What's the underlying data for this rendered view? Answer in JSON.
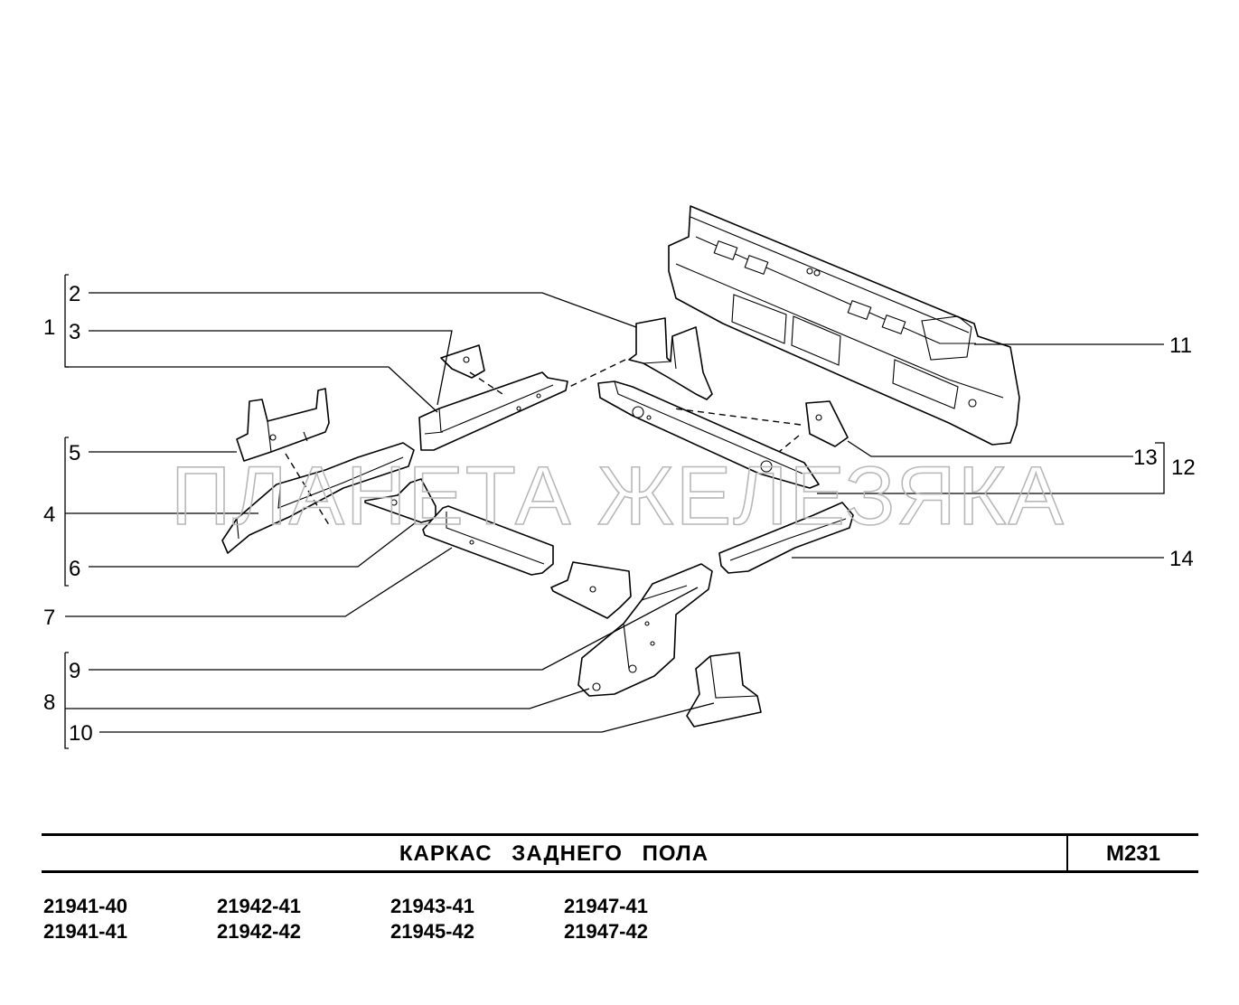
{
  "watermark": "ПЛАНЕТА ЖЕЛЕЗЯКА",
  "callouts": {
    "n1": "1",
    "n2": "2",
    "n3": "3",
    "n4": "4",
    "n5": "5",
    "n6": "6",
    "n7": "7",
    "n8": "8",
    "n9": "9",
    "n10": "10",
    "n11": "11",
    "n12": "12",
    "n13": "13",
    "n14": "14"
  },
  "title_block": {
    "title": "КАРКАС ЗАДНЕГО ПОЛА",
    "code": "М231"
  },
  "models": [
    "21941-40",
    "21941-41",
    "21942-41",
    "21942-42",
    "21943-41",
    "21945-42",
    "21947-41",
    "21947-42"
  ]
}
